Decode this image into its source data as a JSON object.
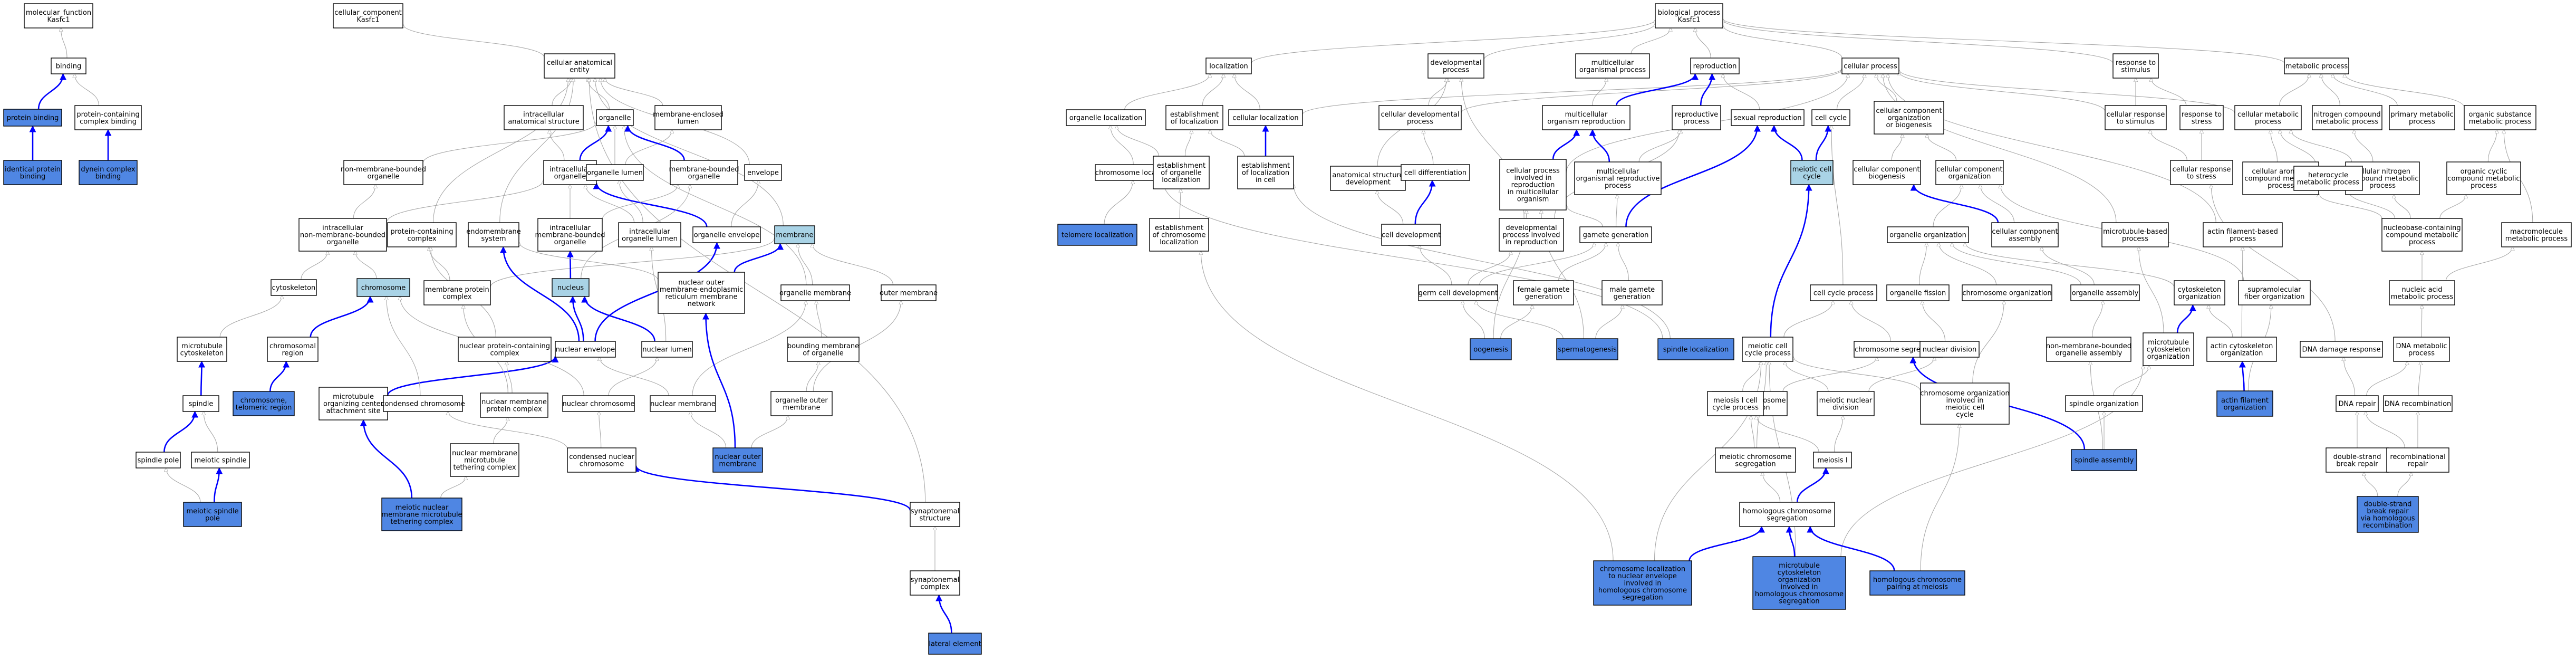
{
  "colors": {
    "default_fill": "#ffffff",
    "query_fill": "#4f86e3",
    "selected_fill": "#a9d3e6",
    "edge": "#a8a8a8",
    "highlight_edge": "#0000ff"
  },
  "nodes": [
    {
      "id": "mf",
      "label": "molecular_function\nKasfc1",
      "style": "default"
    },
    {
      "id": "binding",
      "label": "binding",
      "style": "default"
    },
    {
      "id": "protein_binding",
      "label": "protein binding",
      "style": "query"
    },
    {
      "id": "pcc_binding",
      "label": "protein-containing\ncomplex binding",
      "style": "default"
    },
    {
      "id": "identical_protein_binding",
      "label": "identical protein\nbinding",
      "style": "query"
    },
    {
      "id": "dynein_complex_binding",
      "label": "dynein complex\nbinding",
      "style": "query"
    },
    {
      "id": "cc",
      "label": "cellular_component\nKasfc1",
      "style": "default"
    },
    {
      "id": "cae",
      "label": "cellular anatomical\nentity",
      "style": "default"
    },
    {
      "id": "ias",
      "label": "intracellular\nanatomical structure",
      "style": "default"
    },
    {
      "id": "organelle",
      "label": "organelle",
      "style": "default"
    },
    {
      "id": "membrane_enclosed_lumen",
      "label": "membrane-enclosed\nlumen",
      "style": "default"
    },
    {
      "id": "intracellular_organelle",
      "label": "intracellular\norganelle",
      "style": "default"
    },
    {
      "id": "organelle_lumen",
      "label": "organelle lumen",
      "style": "default"
    },
    {
      "id": "mb_organelle",
      "label": "membrane-bounded\norganelle",
      "style": "default"
    },
    {
      "id": "envelope",
      "label": "envelope",
      "style": "default"
    },
    {
      "id": "nmb_organelle",
      "label": "non-membrane-bounded\norganelle",
      "style": "default"
    },
    {
      "id": "i_nmb_organelle",
      "label": "intracellular\nnon-membrane-bounded\norganelle",
      "style": "default"
    },
    {
      "id": "pcc",
      "label": "protein-containing\ncomplex",
      "style": "default"
    },
    {
      "id": "endomembrane_system",
      "label": "endomembrane\nsystem",
      "style": "default"
    },
    {
      "id": "i_mb_organelle",
      "label": "intracellular\nmembrane-bounded\norganelle",
      "style": "default"
    },
    {
      "id": "i_organelle_lumen",
      "label": "intracellular\norganelle lumen",
      "style": "default"
    },
    {
      "id": "organelle_envelope",
      "label": "organelle envelope",
      "style": "default"
    },
    {
      "id": "membrane",
      "label": "membrane",
      "style": "selected"
    },
    {
      "id": "cytoskeleton",
      "label": "cytoskeleton",
      "style": "default"
    },
    {
      "id": "chromosome",
      "label": "chromosome",
      "style": "selected"
    },
    {
      "id": "membrane_protein_complex",
      "label": "membrane protein\ncomplex",
      "style": "default"
    },
    {
      "id": "nucleus",
      "label": "nucleus",
      "style": "selected"
    },
    {
      "id": "nuclear_outer_er_network",
      "label": "nuclear outer\nmembrane-endoplasmic\nreticulum membrane\nnetwork",
      "style": "default"
    },
    {
      "id": "organelle_membrane",
      "label": "organelle membrane",
      "style": "default"
    },
    {
      "id": "outer_membrane",
      "label": "outer membrane",
      "style": "default"
    },
    {
      "id": "microtubule_cytoskeleton",
      "label": "microtubule\ncytoskeleton",
      "style": "default"
    },
    {
      "id": "chromosomal_region",
      "label": "chromosomal\nregion",
      "style": "default"
    },
    {
      "id": "nuclear_protein_containing_complex",
      "label": "nuclear protein-containing\ncomplex",
      "style": "default"
    },
    {
      "id": "nuclear_envelope",
      "label": "nuclear envelope",
      "style": "default"
    },
    {
      "id": "nuclear_lumen",
      "label": "nuclear lumen",
      "style": "default"
    },
    {
      "id": "bounding_membrane",
      "label": "bounding membrane\nof organelle",
      "style": "default"
    },
    {
      "id": "spindle",
      "label": "spindle",
      "style": "default"
    },
    {
      "id": "chromosome_telomeric_region",
      "label": "chromosome,\ntelomeric region",
      "style": "query"
    },
    {
      "id": "mtoc_attachment_site",
      "label": "microtubule\norganizing center\nattachment site",
      "style": "default"
    },
    {
      "id": "condensed_chromosome",
      "label": "condensed chromosome",
      "style": "default"
    },
    {
      "id": "nuclear_membrane_protein_complex",
      "label": "nuclear membrane\nprotein complex",
      "style": "default"
    },
    {
      "id": "nuclear_chromosome",
      "label": "nuclear chromosome",
      "style": "default"
    },
    {
      "id": "nuclear_membrane",
      "label": "nuclear membrane",
      "style": "default"
    },
    {
      "id": "organelle_outer_membrane",
      "label": "organelle outer\nmembrane",
      "style": "default"
    },
    {
      "id": "spindle_pole",
      "label": "spindle pole",
      "style": "default"
    },
    {
      "id": "meiotic_spindle",
      "label": "meiotic spindle",
      "style": "default"
    },
    {
      "id": "nmm_tethering_complex",
      "label": "nuclear membrane\nmicrotubule\ntethering complex",
      "style": "default"
    },
    {
      "id": "condensed_nuclear_chromosome",
      "label": "condensed nuclear\nchromosome",
      "style": "default"
    },
    {
      "id": "nuclear_outer_membrane",
      "label": "nuclear outer\nmembrane",
      "style": "query"
    },
    {
      "id": "meiotic_spindle_pole",
      "label": "meiotic spindle\npole",
      "style": "query"
    },
    {
      "id": "meiotic_nmm_tethering_complex",
      "label": "meiotic nuclear\nmembrane microtubule\ntethering complex",
      "style": "query"
    },
    {
      "id": "synaptonemal_structure",
      "label": "synaptonemal\nstructure",
      "style": "default"
    },
    {
      "id": "synaptonemal_complex",
      "label": "synaptonemal\ncomplex",
      "style": "default"
    },
    {
      "id": "lateral_element",
      "label": "lateral element",
      "style": "query"
    },
    {
      "id": "bp",
      "label": "biological_process\nKasfc1",
      "style": "default"
    },
    {
      "id": "localization",
      "label": "localization",
      "style": "default"
    },
    {
      "id": "developmental_process",
      "label": "developmental\nprocess",
      "style": "default"
    },
    {
      "id": "multicellular_organismal_process",
      "label": "multicellular\norganismal process",
      "style": "default"
    },
    {
      "id": "reproduction",
      "label": "reproduction",
      "style": "default"
    },
    {
      "id": "cellular_process",
      "label": "cellular process",
      "style": "default"
    },
    {
      "id": "response_to_stimulus",
      "label": "response to\nstimulus",
      "style": "default"
    },
    {
      "id": "metabolic_process",
      "label": "metabolic process",
      "style": "default"
    },
    {
      "id": "organelle_localization",
      "label": "organelle localization",
      "style": "default"
    },
    {
      "id": "establishment_of_localization",
      "label": "establishment\nof localization",
      "style": "default"
    },
    {
      "id": "cellular_localization",
      "label": "cellular localization",
      "style": "default"
    },
    {
      "id": "cellular_developmental_process",
      "label": "cellular developmental\nprocess",
      "style": "default"
    },
    {
      "id": "multicellular_organism_reproduction",
      "label": "multicellular\norganism reproduction",
      "style": "default"
    },
    {
      "id": "reproductive_process",
      "label": "reproductive\nprocess",
      "style": "default"
    },
    {
      "id": "sexual_reproduction",
      "label": "sexual reproduction",
      "style": "default"
    },
    {
      "id": "cell_cycle",
      "label": "cell cycle",
      "style": "default"
    },
    {
      "id": "cellular_component_org_or_biogenesis",
      "label": "cellular component\norganization\nor biogenesis",
      "style": "default"
    },
    {
      "id": "cellular_response_to_stimulus",
      "label": "cellular response\nto stimulus",
      "style": "default"
    },
    {
      "id": "response_to_stress",
      "label": "response to\nstress",
      "style": "default"
    },
    {
      "id": "cellular_metabolic_process",
      "label": "cellular metabolic\nprocess",
      "style": "default"
    },
    {
      "id": "nitrogen_compound_metabolic_process",
      "label": "nitrogen compound\nmetabolic process",
      "style": "default"
    },
    {
      "id": "primary_metabolic_process",
      "label": "primary metabolic\nprocess",
      "style": "default"
    },
    {
      "id": "organic_substance_metabolic_process",
      "label": "organic substance\nmetabolic process",
      "style": "default"
    },
    {
      "id": "chromosome_localization",
      "label": "chromosome localization",
      "style": "default"
    },
    {
      "id": "establishment_of_organelle_localization",
      "label": "establishment\nof organelle\nlocalization",
      "style": "default"
    },
    {
      "id": "establishment_of_localization_in_cell",
      "label": "establishment\nof localization\nin cell",
      "style": "default"
    },
    {
      "id": "anatomical_structure_development",
      "label": "anatomical structure\ndevelopment",
      "style": "default"
    },
    {
      "id": "cell_differentiation",
      "label": "cell differentiation",
      "style": "default"
    },
    {
      "id": "cp_reproduction_multicellular",
      "label": "cellular process\ninvolved in\nreproduction\nin multicellular\norganism",
      "style": "default"
    },
    {
      "id": "multicellular_organismal_reproductive_process",
      "label": "multicellular\norganismal reproductive\nprocess",
      "style": "default"
    },
    {
      "id": "meiotic_cell_cycle",
      "label": "meiotic cell\ncycle",
      "style": "selected"
    },
    {
      "id": "cellular_component_biogenesis",
      "label": "cellular component\nbiogenesis",
      "style": "default"
    },
    {
      "id": "cellular_component_organization",
      "label": "cellular component\norganization",
      "style": "default"
    },
    {
      "id": "cellular_response_to_stress",
      "label": "cellular response\nto stress",
      "style": "default"
    },
    {
      "id": "cellular_aromatic_compound_metabolic_process",
      "label": "cellular aromatic\ncompound metabolic\nprocess",
      "style": "default"
    },
    {
      "id": "cellular_nitrogen_compound_metabolic_process",
      "label": "cellular nitrogen\ncompound metabolic\nprocess",
      "style": "default"
    },
    {
      "id": "heterocycle_metabolic_process",
      "label": "heterocycle\nmetabolic process",
      "style": "default"
    },
    {
      "id": "organic_cyclic_compound_metabolic_process",
      "label": "organic cyclic\ncompound metabolic\nprocess",
      "style": "default"
    },
    {
      "id": "telomere_localization",
      "label": "telomere localization",
      "style": "query"
    },
    {
      "id": "establishment_of_chromosome_localization",
      "label": "establishment\nof chromosome\nlocalization",
      "style": "default"
    },
    {
      "id": "cell_development",
      "label": "cell development",
      "style": "default"
    },
    {
      "id": "developmental_process_reproduction",
      "label": "developmental\nprocess involved\nin reproduction",
      "style": "default"
    },
    {
      "id": "gamete_generation",
      "label": "gamete generation",
      "style": "default"
    },
    {
      "id": "organelle_organization",
      "label": "organelle organization",
      "style": "default"
    },
    {
      "id": "cellular_component_assembly",
      "label": "cellular component\nassembly",
      "style": "default"
    },
    {
      "id": "microtubule_based_process",
      "label": "microtubule-based\nprocess",
      "style": "default"
    },
    {
      "id": "actin_filament_based_process",
      "label": "actin filament-based\nprocess",
      "style": "default"
    },
    {
      "id": "nucleobase_containing_compound_metabolic_process",
      "label": "nucleobase-containing\ncompound metabolic\nprocess",
      "style": "default"
    },
    {
      "id": "macromolecule_metabolic_process",
      "label": "macromolecule\nmetabolic process",
      "style": "default"
    },
    {
      "id": "germ_cell_development",
      "label": "germ cell development",
      "style": "default"
    },
    {
      "id": "female_gamete_generation",
      "label": "female gamete\ngeneration",
      "style": "default"
    },
    {
      "id": "male_gamete_generation",
      "label": "male gamete\ngeneration",
      "style": "default"
    },
    {
      "id": "cell_cycle_process",
      "label": "cell cycle process",
      "style": "default"
    },
    {
      "id": "organelle_fission",
      "label": "organelle fission",
      "style": "default"
    },
    {
      "id": "chromosome_organization",
      "label": "chromosome organization",
      "style": "default"
    },
    {
      "id": "organelle_assembly",
      "label": "organelle assembly",
      "style": "default"
    },
    {
      "id": "cytoskeleton_organization",
      "label": "cytoskeleton\norganization",
      "style": "default"
    },
    {
      "id": "supramolecular_fiber_organization",
      "label": "supramolecular\nfiber organization",
      "style": "default"
    },
    {
      "id": "nucleic_acid_metabolic_process",
      "label": "nucleic acid\nmetabolic process",
      "style": "default"
    },
    {
      "id": "oogenesis",
      "label": "oogenesis",
      "style": "query"
    },
    {
      "id": "spermatogenesis",
      "label": "spermatogenesis",
      "style": "query"
    },
    {
      "id": "spindle_localization",
      "label": "spindle localization",
      "style": "query"
    },
    {
      "id": "meiotic_cell_cycle_process",
      "label": "meiotic cell\ncycle process",
      "style": "default"
    },
    {
      "id": "chromosome_segregation",
      "label": "chromosome segregation",
      "style": "default"
    },
    {
      "id": "nuclear_division",
      "label": "nuclear division",
      "style": "default"
    },
    {
      "id": "non_membrane_bounded_organelle_assembly",
      "label": "non-membrane-bounded\norganelle assembly",
      "style": "default"
    },
    {
      "id": "microtubule_cytoskeleton_organization",
      "label": "microtubule\ncytoskeleton\norganization",
      "style": "default"
    },
    {
      "id": "actin_cytoskeleton_organization",
      "label": "actin cytoskeleton\norganization",
      "style": "default"
    },
    {
      "id": "dna_damage_response",
      "label": "DNA damage response",
      "style": "default"
    },
    {
      "id": "dna_metabolic_process",
      "label": "DNA metabolic\nprocess",
      "style": "default"
    },
    {
      "id": "nuclear_chromosome_segregation",
      "label": "nuclear chromosome\nsegregation",
      "style": "default"
    },
    {
      "id": "meiosis_i_cell_cycle_process",
      "label": "meiosis I cell\ncycle process",
      "style": "default"
    },
    {
      "id": "meiotic_nuclear_division",
      "label": "meiotic nuclear\ndivision",
      "style": "default"
    },
    {
      "id": "chromosome_organization_meiotic",
      "label": "chromosome organization\ninvolved in\nmeiotic cell\ncycle",
      "style": "default"
    },
    {
      "id": "spindle_organization",
      "label": "spindle organization",
      "style": "default"
    },
    {
      "id": "actin_filament_organization",
      "label": "actin filament\norganization",
      "style": "query"
    },
    {
      "id": "dna_repair",
      "label": "DNA repair",
      "style": "default"
    },
    {
      "id": "dna_recombination",
      "label": "DNA recombination",
      "style": "default"
    },
    {
      "id": "meiotic_chromosome_segregation",
      "label": "meiotic chromosome\nsegregation",
      "style": "default"
    },
    {
      "id": "meiosis_i",
      "label": "meiosis I",
      "style": "default"
    },
    {
      "id": "spindle_assembly",
      "label": "spindle assembly",
      "style": "query"
    },
    {
      "id": "double_strand_break_repair",
      "label": "double-strand\nbreak repair",
      "style": "default"
    },
    {
      "id": "recombinational_repair",
      "label": "recombinational\nrepair",
      "style": "default"
    },
    {
      "id": "homologous_chromosome_segregation",
      "label": "homologous chromosome\nsegregation",
      "style": "default"
    },
    {
      "id": "dsb_repair_homologous_recombination",
      "label": "double-strand\nbreak repair\nvia homologous\nrecombination",
      "style": "query"
    },
    {
      "id": "chromosome_localization_nuclear_envelope",
      "label": "chromosome localization\nto nuclear envelope\ninvolved in\nhomologous chromosome\nsegregation",
      "style": "query"
    },
    {
      "id": "microtubule_cytoskeleton_org_homologous",
      "label": "microtubule\ncytoskeleton\norganization\ninvolved in\nhomologous chromosome\nsegregation",
      "style": "query"
    },
    {
      "id": "homologous_chromosome_pairing",
      "label": "homologous chromosome\npairing at meiosis",
      "style": "query"
    }
  ]
}
